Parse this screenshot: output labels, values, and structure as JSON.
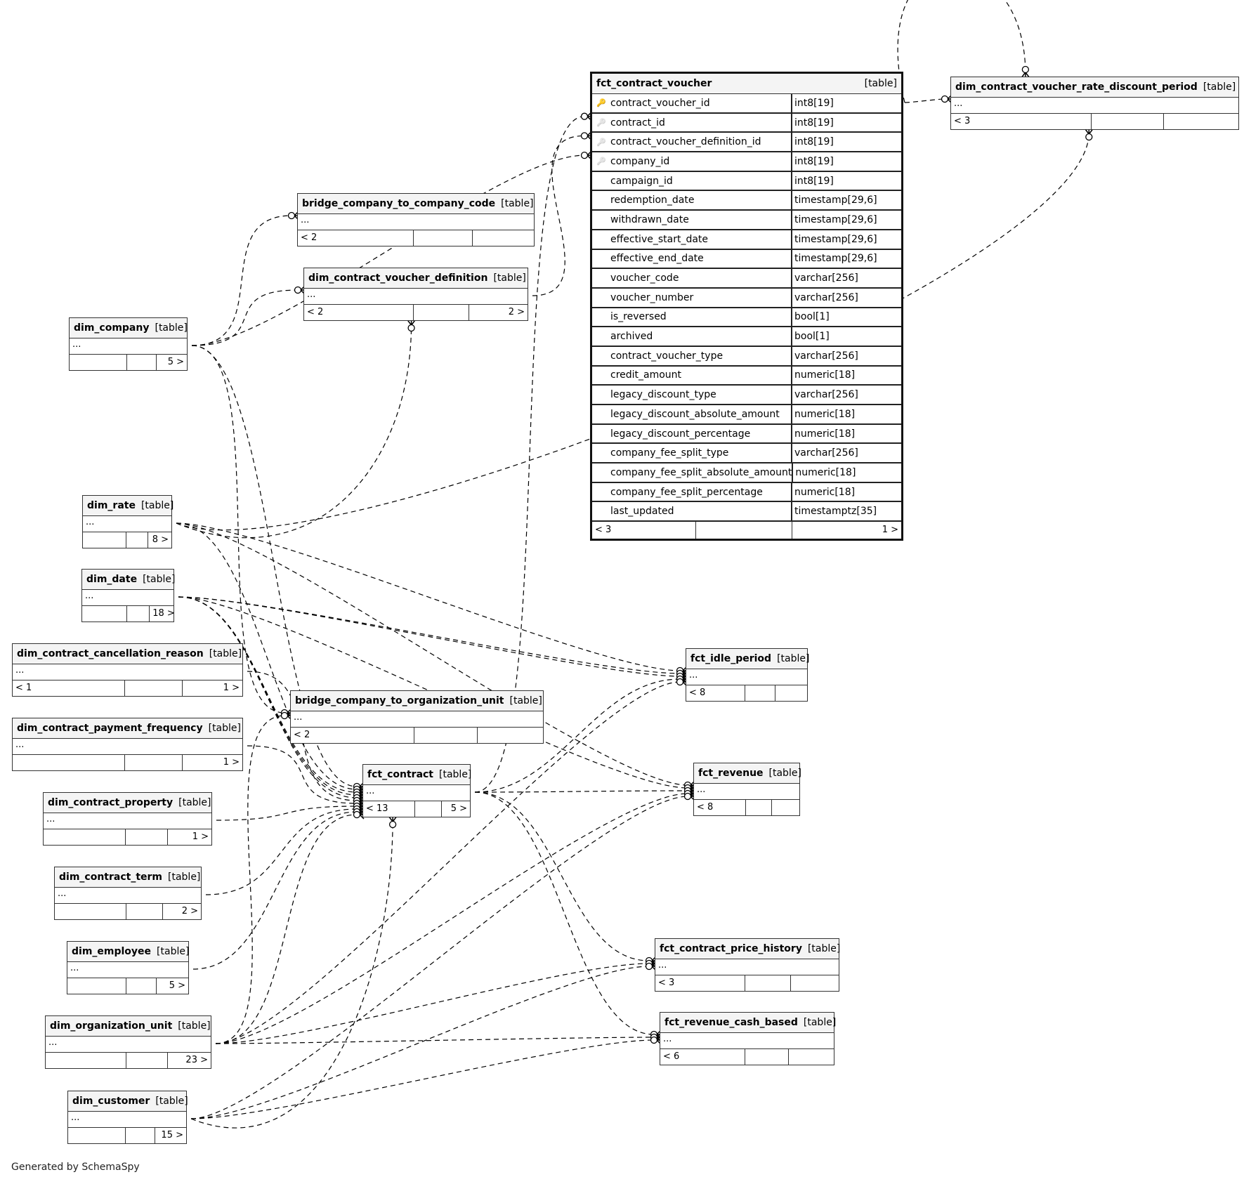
{
  "diagram_title": "SchemaSpy relationships diagram",
  "footer": "Generated by SchemaSpy",
  "focus_table": {
    "name": "fct_contract_voucher",
    "kind": "[table]",
    "columns": [
      {
        "name": "contract_voucher_id",
        "type": "int8[19]",
        "key": "primary-key"
      },
      {
        "name": "contract_id",
        "type": "int8[19]",
        "key": "foreign-key"
      },
      {
        "name": "contract_voucher_definition_id",
        "type": "int8[19]",
        "key": "foreign-key"
      },
      {
        "name": "company_id",
        "type": "int8[19]",
        "key": "foreign-key"
      },
      {
        "name": "campaign_id",
        "type": "int8[19]",
        "key": ""
      },
      {
        "name": "redemption_date",
        "type": "timestamp[29,6]",
        "key": ""
      },
      {
        "name": "withdrawn_date",
        "type": "timestamp[29,6]",
        "key": ""
      },
      {
        "name": "effective_start_date",
        "type": "timestamp[29,6]",
        "key": ""
      },
      {
        "name": "effective_end_date",
        "type": "timestamp[29,6]",
        "key": ""
      },
      {
        "name": "voucher_code",
        "type": "varchar[256]",
        "key": ""
      },
      {
        "name": "voucher_number",
        "type": "varchar[256]",
        "key": ""
      },
      {
        "name": "is_reversed",
        "type": "bool[1]",
        "key": ""
      },
      {
        "name": "archived",
        "type": "bool[1]",
        "key": ""
      },
      {
        "name": "contract_voucher_type",
        "type": "varchar[256]",
        "key": ""
      },
      {
        "name": "credit_amount",
        "type": "numeric[18]",
        "key": ""
      },
      {
        "name": "legacy_discount_type",
        "type": "varchar[256]",
        "key": ""
      },
      {
        "name": "legacy_discount_absolute_amount",
        "type": "numeric[18]",
        "key": ""
      },
      {
        "name": "legacy_discount_percentage",
        "type": "numeric[18]",
        "key": ""
      },
      {
        "name": "company_fee_split_type",
        "type": "varchar[256]",
        "key": ""
      },
      {
        "name": "company_fee_split_absolute_amount",
        "type": "numeric[18]",
        "key": ""
      },
      {
        "name": "company_fee_split_percentage",
        "type": "numeric[18]",
        "key": ""
      },
      {
        "name": "last_updated",
        "type": "timestamptz[35]",
        "key": ""
      }
    ],
    "parents": "< 3",
    "mid": "",
    "children": "1 >"
  },
  "tables": [
    {
      "id": "dim_contract_voucher_rate_discount_period",
      "name": "dim_contract_voucher_rate_discount_period",
      "kind": "[table]",
      "columns": "...",
      "parents": "< 3",
      "mid": "",
      "children": ""
    },
    {
      "id": "bridge_company_to_company_code",
      "name": "bridge_company_to_company_code",
      "kind": "[table]",
      "columns": "...",
      "parents": "< 2",
      "mid": "",
      "children": ""
    },
    {
      "id": "dim_contract_voucher_definition",
      "name": "dim_contract_voucher_definition",
      "kind": "[table]",
      "columns": "...",
      "parents": "< 2",
      "mid": "",
      "children": "2 >"
    },
    {
      "id": "dim_company",
      "name": "dim_company",
      "kind": "[table]",
      "columns": "...",
      "parents": "",
      "mid": "",
      "children": "5 >"
    },
    {
      "id": "dim_rate",
      "name": "dim_rate",
      "kind": "[table]",
      "columns": "...",
      "parents": "",
      "mid": "",
      "children": "8 >"
    },
    {
      "id": "dim_date",
      "name": "dim_date",
      "kind": "[table]",
      "columns": "...",
      "parents": "",
      "mid": "",
      "children": "18 >"
    },
    {
      "id": "dim_contract_cancellation_reason",
      "name": "dim_contract_cancellation_reason",
      "kind": "[table]",
      "columns": "...",
      "parents": "< 1",
      "mid": "",
      "children": "1 >"
    },
    {
      "id": "dim_contract_payment_frequency",
      "name": "dim_contract_payment_frequency",
      "kind": "[table]",
      "columns": "...",
      "parents": "",
      "mid": "",
      "children": "1 >"
    },
    {
      "id": "bridge_company_to_organization_unit",
      "name": "bridge_company_to_organization_unit",
      "kind": "[table]",
      "columns": "...",
      "parents": "< 2",
      "mid": "",
      "children": ""
    },
    {
      "id": "dim_contract_property",
      "name": "dim_contract_property",
      "kind": "[table]",
      "columns": "...",
      "parents": "",
      "mid": "",
      "children": "1 >"
    },
    {
      "id": "fct_contract",
      "name": "fct_contract",
      "kind": "[table]",
      "columns": "...",
      "parents": "< 13",
      "mid": "",
      "children": "5 >"
    },
    {
      "id": "fct_idle_period",
      "name": "fct_idle_period",
      "kind": "[table]",
      "columns": "...",
      "parents": "< 8",
      "mid": "",
      "children": ""
    },
    {
      "id": "fct_revenue",
      "name": "fct_revenue",
      "kind": "[table]",
      "columns": "...",
      "parents": "< 8",
      "mid": "",
      "children": ""
    },
    {
      "id": "dim_contract_term",
      "name": "dim_contract_term",
      "kind": "[table]",
      "columns": "...",
      "parents": "",
      "mid": "",
      "children": "2 >"
    },
    {
      "id": "dim_employee",
      "name": "dim_employee",
      "kind": "[table]",
      "columns": "...",
      "parents": "",
      "mid": "",
      "children": "5 >"
    },
    {
      "id": "fct_contract_price_history",
      "name": "fct_contract_price_history",
      "kind": "[table]",
      "columns": "...",
      "parents": "< 3",
      "mid": "",
      "children": ""
    },
    {
      "id": "fct_revenue_cash_based",
      "name": "fct_revenue_cash_based",
      "kind": "[table]",
      "columns": "...",
      "parents": "< 6",
      "mid": "",
      "children": ""
    },
    {
      "id": "dim_organization_unit",
      "name": "dim_organization_unit",
      "kind": "[table]",
      "columns": "...",
      "parents": "",
      "mid": "",
      "children": "23 >"
    },
    {
      "id": "dim_customer",
      "name": "dim_customer",
      "kind": "[table]",
      "columns": "...",
      "parents": "",
      "mid": "",
      "children": "15 >"
    }
  ],
  "relationships": [
    {
      "from": "fct_contract_voucher",
      "to": "dim_contract_voucher_rate_discount_period"
    },
    {
      "from": "fct_contract_voucher",
      "to": "dim_contract_voucher_rate_discount_period#top"
    },
    {
      "from": "dim_rate",
      "to": "dim_contract_voucher_rate_discount_period#bottom"
    },
    {
      "from": "dim_company",
      "to": "bridge_company_to_company_code"
    },
    {
      "from": "dim_company",
      "to": "dim_contract_voucher_definition"
    },
    {
      "from": "dim_company",
      "to": "fct_contract_voucher#company_id"
    },
    {
      "from": "dim_contract_voucher_definition",
      "to": "fct_contract_voucher#contract_voucher_definition_id"
    },
    {
      "from": "fct_contract",
      "to": "fct_contract_voucher#contract_id"
    },
    {
      "from": "dim_rate",
      "to": "dim_contract_voucher_definition#bottom"
    },
    {
      "from": "dim_company",
      "to": "bridge_company_to_organization_unit"
    },
    {
      "from": "dim_organization_unit",
      "to": "bridge_company_to_organization_unit"
    },
    {
      "from": "dim_company",
      "to": "fct_contract"
    },
    {
      "from": "dim_rate",
      "to": "fct_contract"
    },
    {
      "from": "dim_date",
      "to": "fct_contract"
    },
    {
      "from": "dim_date",
      "to": "fct_contract"
    },
    {
      "from": "dim_date",
      "to": "fct_contract"
    },
    {
      "from": "dim_contract_cancellation_reason",
      "to": "fct_contract"
    },
    {
      "from": "dim_contract_payment_frequency",
      "to": "fct_contract"
    },
    {
      "from": "dim_contract_property",
      "to": "fct_contract"
    },
    {
      "from": "dim_contract_term",
      "to": "fct_contract"
    },
    {
      "from": "dim_employee",
      "to": "fct_contract"
    },
    {
      "from": "dim_organization_unit",
      "to": "fct_contract"
    },
    {
      "from": "dim_customer",
      "to": "fct_contract#bottom"
    },
    {
      "from": "dim_rate",
      "to": "fct_idle_period"
    },
    {
      "from": "dim_date",
      "to": "fct_idle_period"
    },
    {
      "from": "dim_date",
      "to": "fct_idle_period"
    },
    {
      "from": "fct_contract",
      "to": "fct_idle_period"
    },
    {
      "from": "dim_organization_unit",
      "to": "fct_idle_period"
    },
    {
      "from": "dim_rate",
      "to": "fct_revenue"
    },
    {
      "from": "dim_date",
      "to": "fct_revenue"
    },
    {
      "from": "fct_contract",
      "to": "fct_revenue"
    },
    {
      "from": "dim_organization_unit",
      "to": "fct_revenue"
    },
    {
      "from": "dim_customer",
      "to": "fct_revenue"
    },
    {
      "from": "fct_contract",
      "to": "fct_contract_price_history"
    },
    {
      "from": "dim_organization_unit",
      "to": "fct_contract_price_history"
    },
    {
      "from": "dim_customer",
      "to": "fct_contract_price_history"
    },
    {
      "from": "fct_contract",
      "to": "fct_revenue_cash_based"
    },
    {
      "from": "dim_organization_unit",
      "to": "fct_revenue_cash_based"
    },
    {
      "from": "dim_customer",
      "to": "fct_revenue_cash_based"
    }
  ]
}
